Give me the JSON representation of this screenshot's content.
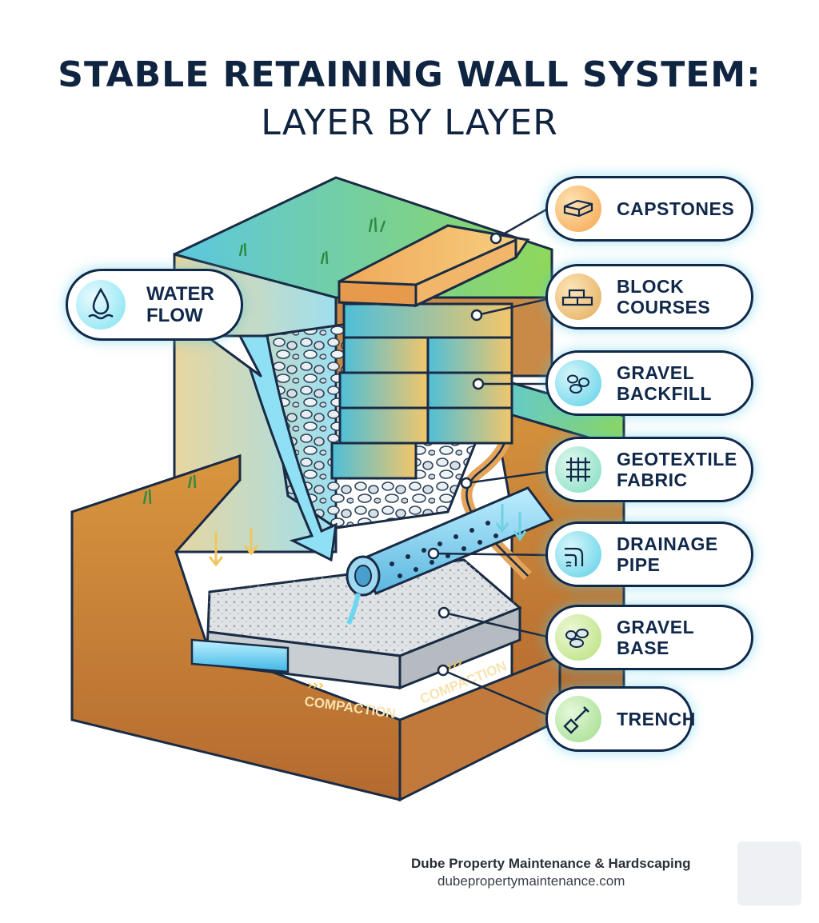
{
  "title": {
    "line1": "STABLE RETAINING WALL SYSTEM:",
    "line2": "LAYER BY LAYER"
  },
  "water_flow": {
    "label": "WATER\nFLOW",
    "icon": "water-drop-icon"
  },
  "callouts": [
    {
      "id": "capstones",
      "label": "CAPSTONES",
      "icon": "capstone-icon",
      "color": "#f5a54a"
    },
    {
      "id": "block-courses",
      "label": "BLOCK\nCOURSES",
      "icon": "blocks-icon",
      "color": "#e8b060"
    },
    {
      "id": "gravel-backfill",
      "label": "GRAVEL\nBACKFILL",
      "icon": "gravel-icon",
      "color": "#5ad0e6"
    },
    {
      "id": "geotextile-fabric",
      "label": "GEOTEXTILE\nFABRIC",
      "icon": "fabric-grid-icon",
      "color": "#7fdcc0"
    },
    {
      "id": "drainage-pipe",
      "label": "DRAINAGE\nPIPE",
      "icon": "pipe-icon",
      "color": "#5ad0e6"
    },
    {
      "id": "gravel-base",
      "label": "GRAVEL\nBASE",
      "icon": "stones-icon",
      "color": "#b6e07a"
    },
    {
      "id": "trench",
      "label": "TRENCH",
      "icon": "shovel-icon",
      "color": "#9fdc8a"
    }
  ],
  "diagram_labels": {
    "compaction_left": "COMPACTION",
    "compaction_right": "COMPACTION"
  },
  "footer": {
    "company": "Dube Property Maintenance & Hardscaping",
    "website": "dubepropertymaintenance.com"
  }
}
